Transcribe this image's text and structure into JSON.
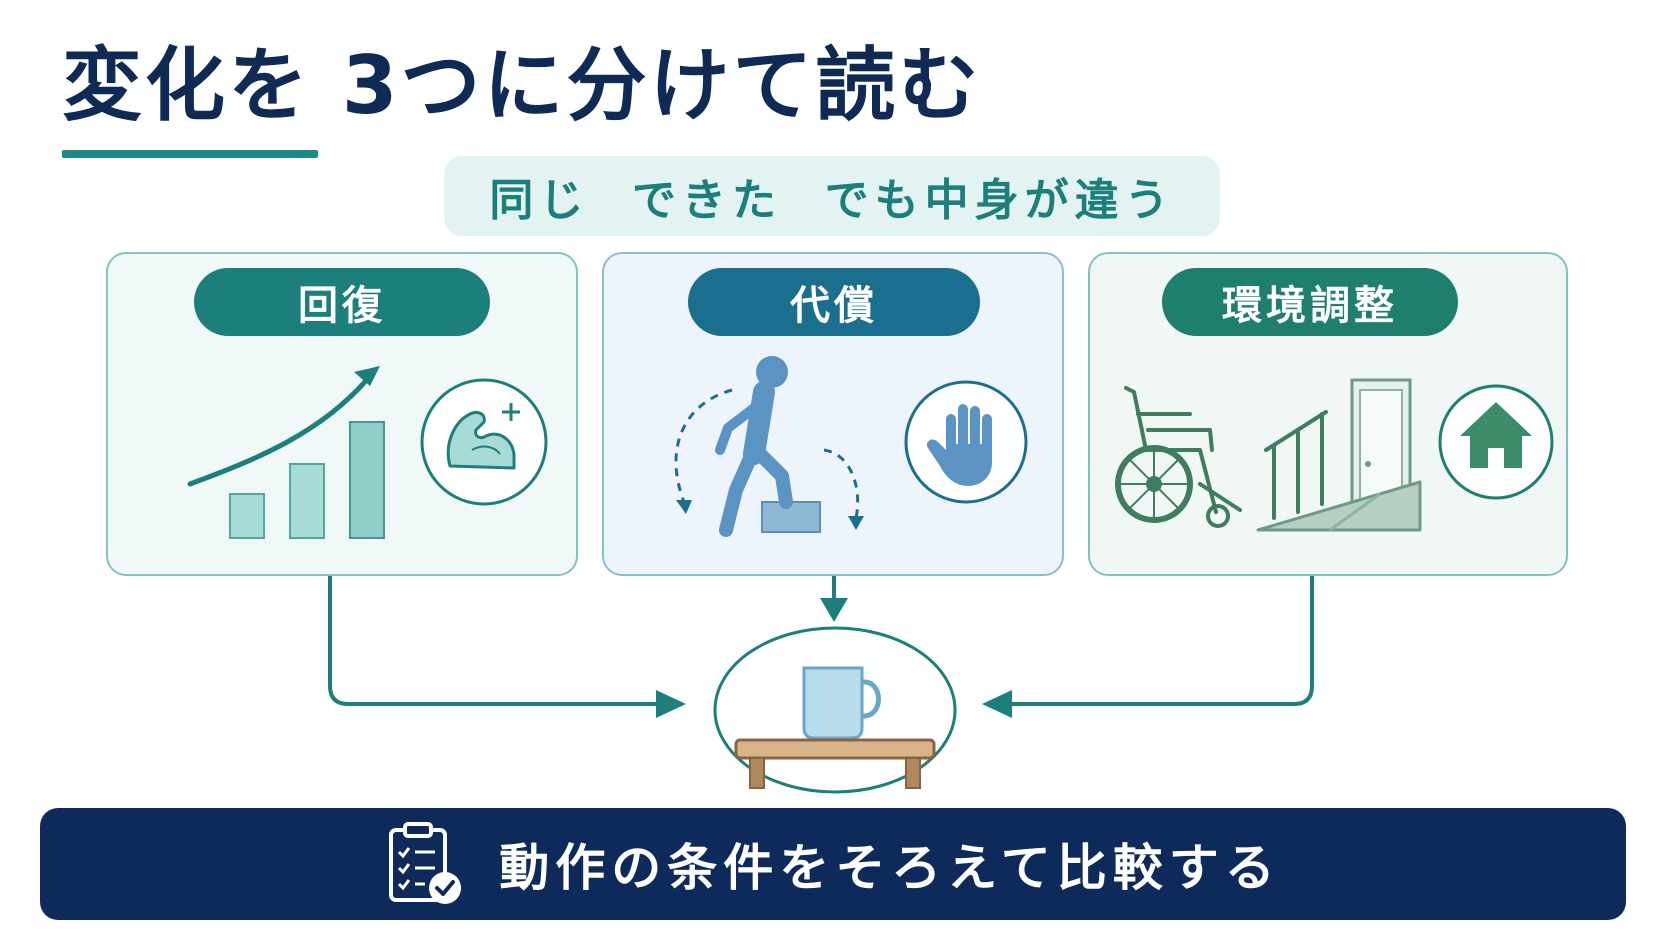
{
  "title": "変化を 3つに分けて読む",
  "subtitle": "同じ  できた  でも中身が違う",
  "cards": [
    {
      "label": "回復",
      "icon": "muscle-arm-plus-icon"
    },
    {
      "label": "代償",
      "icon": "raised-hand-icon"
    },
    {
      "label": "環境調整",
      "icon": "house-icon"
    }
  ],
  "goal": {
    "icon": "mug-on-table-icon"
  },
  "conclusion": {
    "text": "動作の条件をそろえて比較する",
    "icon": "clipboard-checklist-icon"
  },
  "colors": {
    "navy": "#0f2a55",
    "teal": "#1c7f7b",
    "blue": "#1b6f8e",
    "green": "#1f7f6f",
    "pill_background": "#e3f3f2",
    "bar_background": "#0e2a5a"
  }
}
